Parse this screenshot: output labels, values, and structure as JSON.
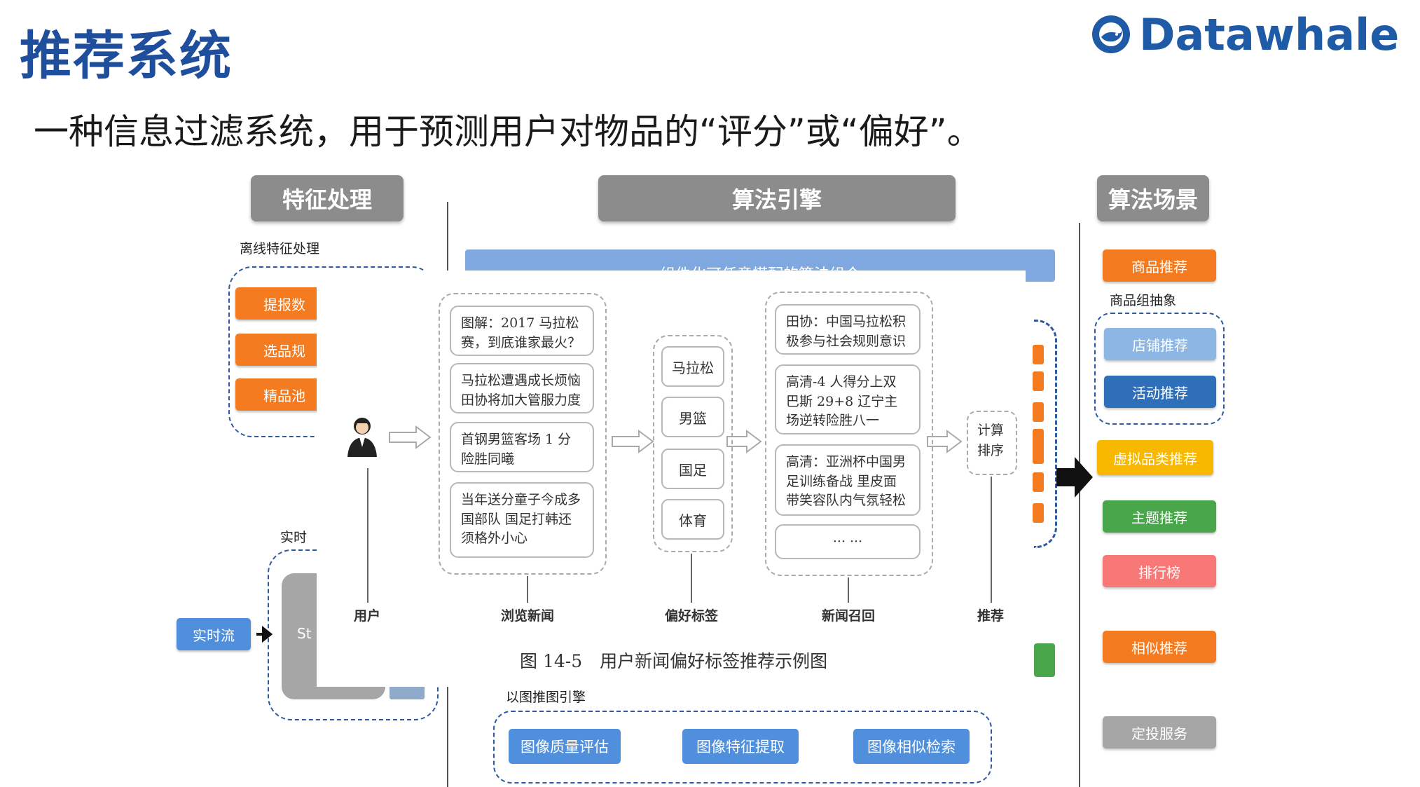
{
  "slide": {
    "title": "推荐系统",
    "subtitle": "一种信息过滤系统，用于预测用户对物品的“评分”或“偏好”。",
    "logo_text": "Datawhale"
  },
  "headers": {
    "feature": "特征处理",
    "engine": "算法引擎",
    "scene": "算法场景"
  },
  "feature_panel": {
    "offline_label": "离线特征处理",
    "offline_items": [
      "提报数",
      "选品规",
      "精品池"
    ],
    "realtime_label": "实时",
    "realtime_stream": "实时流",
    "partial_text": "St"
  },
  "engine_panel": {
    "banner": "组件化可任意搭配的算法组合",
    "image_engine_label": "以图推图引擎",
    "image_buttons": [
      "图像质量评估",
      "图像特征提取",
      "图像相似检索"
    ]
  },
  "scene_panel": {
    "items_top": [
      "商品推荐"
    ],
    "group_label": "商品组抽象",
    "group_items": [
      "店铺推荐",
      "活动推荐"
    ],
    "items_bottom": [
      "虚拟品类推荐",
      "主题推荐",
      "排行榜",
      "相似推荐",
      "定投服务"
    ]
  },
  "figure": {
    "news_cards": [
      "图解：2017 马拉松赛，到底谁家最火？",
      "马拉松遭遇成长烦恼田协将加大管服力度",
      "首钢男篮客场 1 分险胜同曦",
      "当年送分童子今成多国部队 国足打韩还须格外小心"
    ],
    "tags": [
      "马拉松",
      "男篮",
      "国足",
      "体育"
    ],
    "recall_cards": [
      "田协：中国马拉松积极参与社会规则意识",
      "高清-4 人得分上双巴斯 29+8 辽宁主场逆转险胜八一",
      "高清：亚洲杯中国男足训练备战 里皮面带笑容队内气氛轻松",
      "··· ···"
    ],
    "compute_label": "计算排序",
    "labels": {
      "user": "用户",
      "browse": "浏览新闻",
      "pref": "偏好标签",
      "recall": "新闻召回",
      "recommend": "推荐"
    },
    "caption": "图 14-5　用户新闻偏好标签推荐示例图"
  },
  "colors": {
    "title_blue": "#1f4e9c",
    "header_gray": "#8c8c8c",
    "orange": "#f47b20",
    "dashed_blue": "#2d5aa0"
  }
}
